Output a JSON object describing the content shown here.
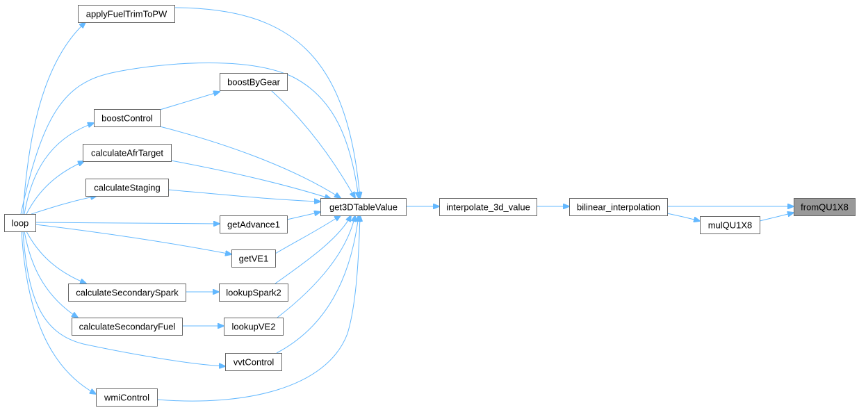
{
  "diagram": {
    "edge_color": "#63b8ff",
    "highlight_fill": "#999999",
    "nodes": [
      {
        "id": "fromQU1X8",
        "label": "fromQU1X8",
        "highlight": true
      },
      {
        "id": "bilinear_interpolation",
        "label": "bilinear_interpolation"
      },
      {
        "id": "mulQU1X8",
        "label": "mulQU1X8"
      },
      {
        "id": "interpolate_3d_value",
        "label": "interpolate_3d_value"
      },
      {
        "id": "get3DTableValue",
        "label": "get3DTableValue"
      },
      {
        "id": "applyFuelTrimToPW",
        "label": "applyFuelTrimToPW"
      },
      {
        "id": "boostByGear",
        "label": "boostByGear"
      },
      {
        "id": "boostControl",
        "label": "boostControl"
      },
      {
        "id": "calculateAfrTarget",
        "label": "calculateAfrTarget"
      },
      {
        "id": "calculateStaging",
        "label": "calculateStaging"
      },
      {
        "id": "getAdvance1",
        "label": "getAdvance1"
      },
      {
        "id": "getVE1",
        "label": "getVE1"
      },
      {
        "id": "lookupSpark2",
        "label": "lookupSpark2"
      },
      {
        "id": "calculateSecondarySpark",
        "label": "calculateSecondarySpark"
      },
      {
        "id": "lookupVE2",
        "label": "lookupVE2"
      },
      {
        "id": "calculateSecondaryFuel",
        "label": "calculateSecondaryFuel"
      },
      {
        "id": "vvtControl",
        "label": "vvtControl"
      },
      {
        "id": "wmiControl",
        "label": "wmiControl"
      },
      {
        "id": "loop",
        "label": "loop"
      }
    ],
    "edges": [
      {
        "from": "bilinear_interpolation",
        "to": "fromQU1X8"
      },
      {
        "from": "mulQU1X8",
        "to": "fromQU1X8"
      },
      {
        "from": "bilinear_interpolation",
        "to": "mulQU1X8"
      },
      {
        "from": "interpolate_3d_value",
        "to": "bilinear_interpolation"
      },
      {
        "from": "get3DTableValue",
        "to": "interpolate_3d_value"
      },
      {
        "from": "applyFuelTrimToPW",
        "to": "get3DTableValue"
      },
      {
        "from": "loop",
        "to": "get3DTableValue"
      },
      {
        "from": "boostByGear",
        "to": "get3DTableValue"
      },
      {
        "from": "boostControl",
        "to": "get3DTableValue"
      },
      {
        "from": "calculateAfrTarget",
        "to": "get3DTableValue"
      },
      {
        "from": "calculateStaging",
        "to": "get3DTableValue"
      },
      {
        "from": "getAdvance1",
        "to": "get3DTableValue"
      },
      {
        "from": "getVE1",
        "to": "get3DTableValue"
      },
      {
        "from": "lookupSpark2",
        "to": "get3DTableValue"
      },
      {
        "from": "lookupVE2",
        "to": "get3DTableValue"
      },
      {
        "from": "vvtControl",
        "to": "get3DTableValue"
      },
      {
        "from": "wmiControl",
        "to": "get3DTableValue"
      },
      {
        "from": "boostControl",
        "to": "boostByGear"
      },
      {
        "from": "loop",
        "to": "applyFuelTrimToPW"
      },
      {
        "from": "loop",
        "to": "boostControl"
      },
      {
        "from": "loop",
        "to": "calculateAfrTarget"
      },
      {
        "from": "loop",
        "to": "calculateStaging"
      },
      {
        "from": "loop",
        "to": "getAdvance1"
      },
      {
        "from": "loop",
        "to": "getVE1"
      },
      {
        "from": "loop",
        "to": "calculateSecondarySpark"
      },
      {
        "from": "loop",
        "to": "calculateSecondaryFuel"
      },
      {
        "from": "loop",
        "to": "vvtControl"
      },
      {
        "from": "loop",
        "to": "wmiControl"
      },
      {
        "from": "calculateSecondarySpark",
        "to": "lookupSpark2"
      },
      {
        "from": "calculateSecondaryFuel",
        "to": "lookupVE2"
      }
    ]
  }
}
